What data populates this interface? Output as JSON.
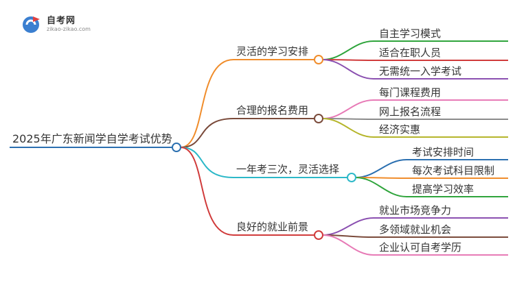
{
  "logo": {
    "name": "自考网",
    "url": "zikao-zikao.com"
  },
  "root": {
    "label": "2025年广东新闻学自学考试优势"
  },
  "branches": [
    {
      "label": "灵活的学习安排",
      "color": "#f08c2a",
      "children": [
        {
          "label": "自主学习模式",
          "color": "#2ea43b"
        },
        {
          "label": "适合在职人员",
          "color": "#d03a3a"
        },
        {
          "label": "无需统一入学考试",
          "color": "#8a4fb0"
        }
      ]
    },
    {
      "label": "合理的报名费用",
      "color": "#7a4a3a",
      "children": [
        {
          "label": "每门课程费用",
          "color": "#e77ab6"
        },
        {
          "label": "网上报名流程",
          "color": "#8a8a8a"
        },
        {
          "label": "经济实惠",
          "color": "#b5b52a"
        }
      ]
    },
    {
      "label": "一年考三次，灵活选择",
      "color": "#2bb8c8",
      "children": [
        {
          "label": "考试安排时间",
          "color": "#2a6fb0"
        },
        {
          "label": "每次考试科目限制",
          "color": "#f08c2a"
        },
        {
          "label": "提高学习效率",
          "color": "#2ea43b"
        }
      ]
    },
    {
      "label": "良好的就业前景",
      "color": "#d03a3a",
      "children": [
        {
          "label": "就业市场竞争力",
          "color": "#8a4fb0"
        },
        {
          "label": "多领域就业机会",
          "color": "#7a4a3a"
        },
        {
          "label": "企业认可自考学历",
          "color": "#e77ab6"
        }
      ]
    }
  ],
  "root_color": "#2a6fb0"
}
